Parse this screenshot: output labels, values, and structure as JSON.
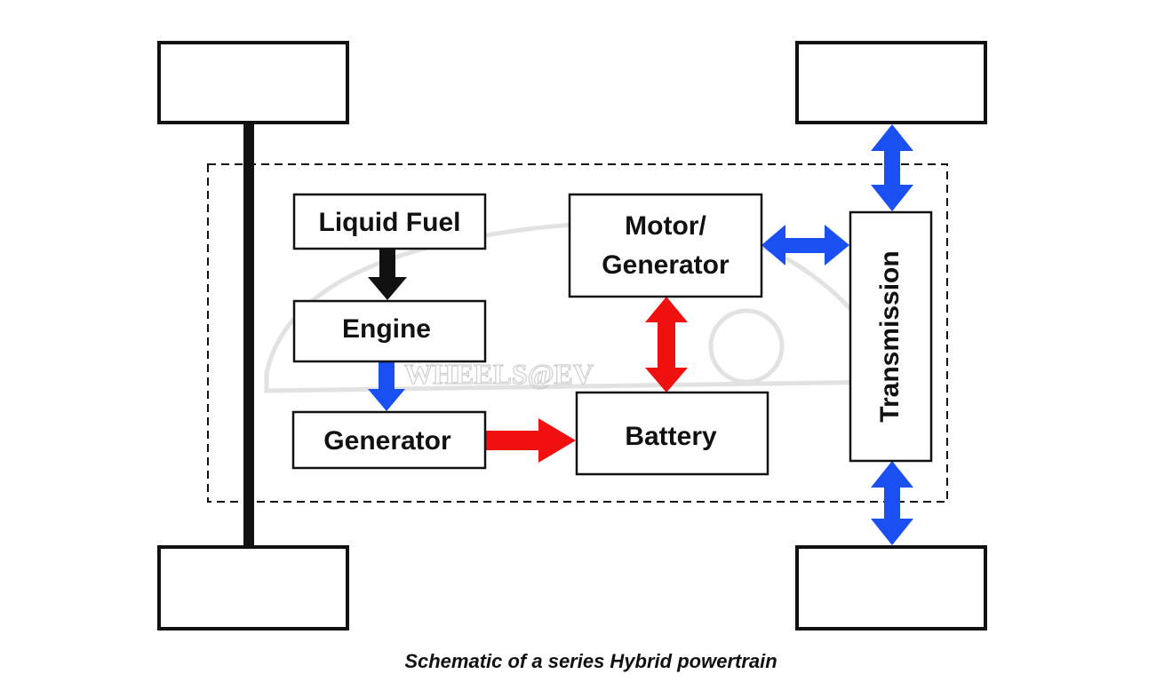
{
  "diagram": {
    "blocks": {
      "liquid_fuel": "Liquid Fuel",
      "engine": "Engine",
      "generator": "Generator",
      "motor_generator_line1": "Motor/",
      "motor_generator_line2": "Generator",
      "battery": "Battery",
      "transmission": "Transmission"
    },
    "wheels": [
      "",
      "",
      "",
      ""
    ],
    "colors": {
      "mechanical_flow": "#111111",
      "electrical_flow": "#f01010",
      "bidirectional_flow": "#1a4ff2"
    }
  },
  "watermark": "WHEELS@EV",
  "caption": "Schematic of a series Hybrid powertrain"
}
